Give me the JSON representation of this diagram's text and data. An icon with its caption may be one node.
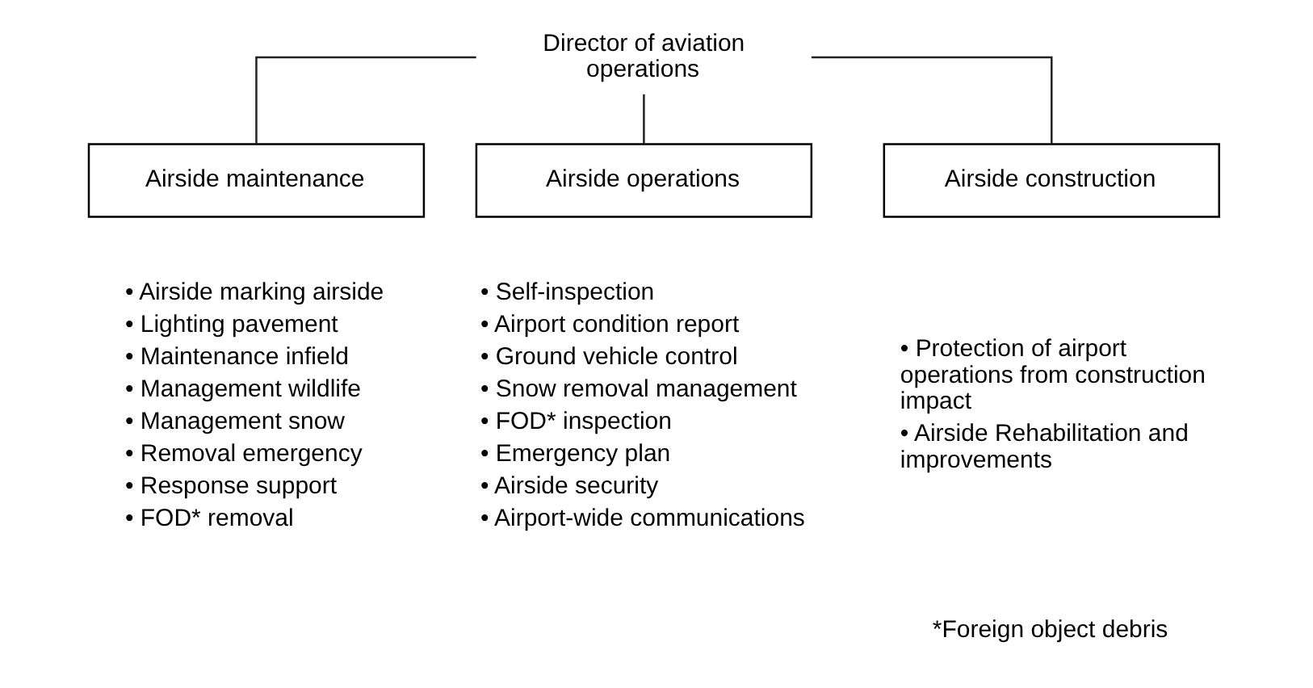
{
  "diagram": {
    "nodes": [
      {
        "text": [
          "Director of aviation operations"
        ]
      },
      {
        "text": [
          "Airside maintenance"
        ],
        "beside": [
          "• Airside marking airside",
          "• Lighting pavement",
          "• Maintenance infield",
          "• Management wildlife",
          "• Management snow",
          "• Removal emergency",
          "• Response support",
          "• FOD* removal"
        ]
      },
      {
        "text": [
          "Airside operations"
        ],
        "beside": [
          "• Self-inspection",
          "• Airport condition report",
          "• Ground vehicle control",
          "• Snow removal management",
          "• FOD* inspection",
          "• Emergency plan",
          "• Airside security",
          "• Airport-wide communications"
        ]
      },
      {
        "text": [
          "Airside construction"
        ],
        "beside": [
          "• Protection of airport operations from construction impact",
          "• Airside Rehabilitation and improvements"
        ]
      }
    ],
    "edges": [
      {
        "from": 0,
        "to": 1,
        "arrow": "none"
      },
      {
        "from": 0,
        "to": 2,
        "arrow": "none"
      },
      {
        "from": 0,
        "to": 3,
        "arrow": "none"
      }
    ],
    "labels": [
      "*Foreign object debris"
    ]
  }
}
